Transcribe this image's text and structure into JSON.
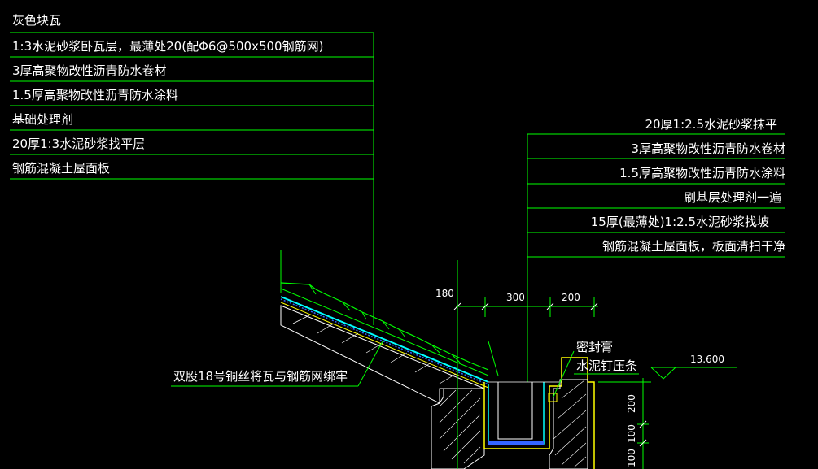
{
  "left_callout": [
    "灰色块瓦",
    "1:3水泥砂浆卧瓦层，最薄处20(配Φ6@500x500钢筋网)",
    "3厚高聚物改性沥青防水卷材",
    "1.5厚高聚物改性沥青防水涂料",
    "基础处理剂",
    "20厚1:3水泥砂浆找平层",
    "钢筋混凝土屋面板"
  ],
  "right_callout": [
    "20厚1:2.5水泥砂浆抹平",
    "3厚高聚物改性沥青防水卷材",
    "1.5厚高聚物改性沥青防水涂料",
    "刷基层处理剂一遍",
    "15厚(最薄处)1:2.5水泥砂浆找坡",
    "钢筋混凝土屋面板，板面清扫干净"
  ],
  "wire_note": "双股18号铜丝将瓦与钢筋网绑牢",
  "sealant_note": "密封膏",
  "nail_note": "水泥钉压条",
  "elevation": "13.600",
  "dimensions": {
    "d180": "180",
    "d300": "300",
    "d200_top": "200",
    "d200_right": "200",
    "d100": "100",
    "d100b": "100"
  },
  "colors": {
    "leader": "#00ff00",
    "text": "#ffffff",
    "concrete": "#ffffff",
    "screed": "#ffff00",
    "membrane": "#00ffff",
    "tile": "#00ff00"
  }
}
